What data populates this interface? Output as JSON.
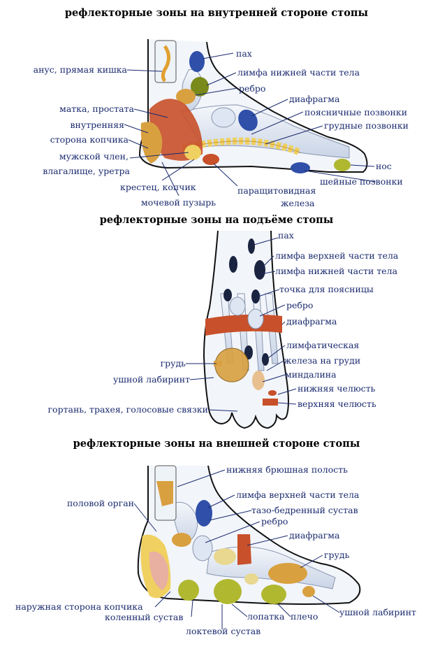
{
  "sections": [
    {
      "title": "рефлекторные зоны на внутренней стороне стопы",
      "labels": [
        "пах",
        "анус, прямая кишка",
        "лимфа нижней части тела",
        "ребро",
        "диафрагма",
        "матка, простата",
        "поясничные позвонки",
        "внутренняя",
        "грудные позвонки",
        "сторона копчика",
        "мужской член,",
        "влагалище, уретра",
        "нос",
        "шейные позвонки",
        "крестец, копчик",
        "паращитовидная",
        "мочевой пузырь",
        "железа"
      ]
    },
    {
      "title": "рефлекторные зоны на подъёме стопы",
      "labels": [
        "пах",
        "лимфа верхней части тела",
        "лимфа нижней части тела",
        "точка для поясницы",
        "ребро",
        "диафрагма",
        "лимфатическая",
        "грудь",
        "железа на груди",
        "миндалина",
        "ушной лабиринт",
        "нижняя челюсть",
        "верхняя челюсть",
        "гортань, трахея, голосовые связки"
      ]
    },
    {
      "title": "рефлекторные зоны на внешней стороне стопы",
      "labels": [
        "нижняя брюшная полость",
        "лимфа верхней части тела",
        "половой орган",
        "тазо-бедренный сустав",
        "ребро",
        "диафрагма",
        "грудь",
        "наружная сторона копчика",
        "ушной лабиринт",
        "коленный сустав",
        "лопатка",
        "плечо",
        "локтевой сустав"
      ]
    }
  ],
  "colors": {
    "label_text": "#1a2a6e",
    "title_text": "#000000",
    "leader": "#1a2a6e",
    "foot_outline": "#111111",
    "bone": "#dde6f2",
    "zone_blue": "#2f4fa8",
    "zone_olive": "#7a8a1a",
    "zone_orange": "#c8502a",
    "zone_ochre": "#d9a040",
    "zone_yellow": "#f0d060",
    "zone_green": "#b0b830",
    "zone_dark": "#1a2440"
  }
}
